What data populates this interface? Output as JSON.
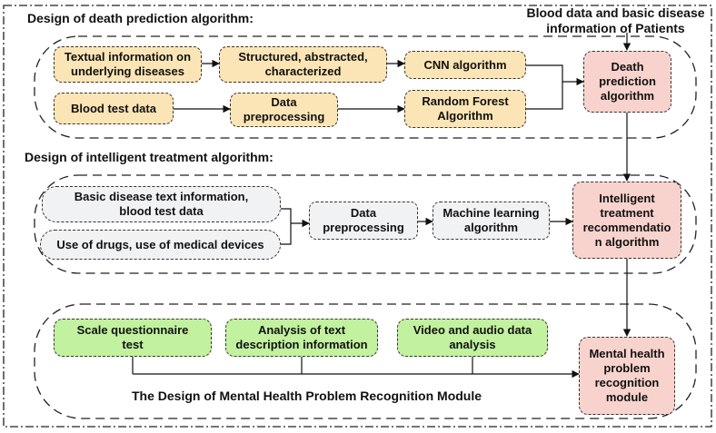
{
  "sections": {
    "death_title": "Design of death prediction algorithm:",
    "treatment_title": "Design of intelligent treatment algorithm:",
    "mental_title": "The Design of Mental Health Problem Recognition Module"
  },
  "input_label": "Blood data and basic disease\ninformation of Patients",
  "death": {
    "textual": "Textual information on\nunderlying diseases",
    "structured": "Structured, abstracted,\ncharacterized",
    "cnn": "CNN algorithm",
    "blood": "Blood test data",
    "preprocess": "Data\npreprocessing",
    "rf": "Random Forest\nAlgorithm",
    "output": "Death\nprediction\nalgorithm"
  },
  "treatment": {
    "basic": "Basic disease text information,\nblood test data",
    "drugs": "Use of drugs, use of medical devices",
    "preprocess": "Data\npreprocessing",
    "ml": "Machine learning\nalgorithm",
    "output": "Intelligent\ntreatment\nrecommendatio\nn algorithm"
  },
  "mental": {
    "scale": "Scale questionnaire\ntest",
    "text": "Analysis of text\ndescription information",
    "video": "Video and audio data\nanalysis",
    "output": "Mental health\nproblem\nrecognition\nmodule"
  }
}
